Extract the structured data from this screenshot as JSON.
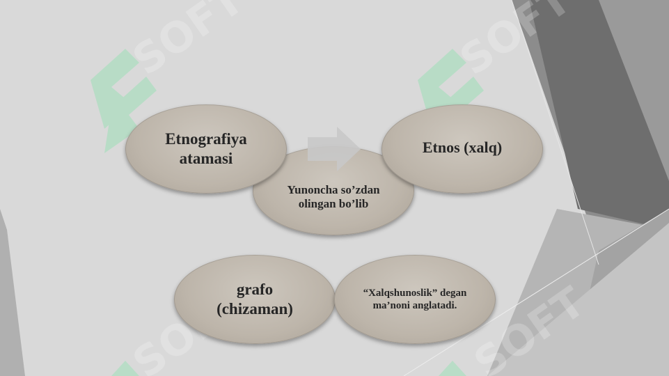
{
  "slide": {
    "nodes": {
      "etnografiya": "Etnografiya atamasi",
      "yunoncha": "Yunoncha so’zdan olingan bo’lib",
      "etnos": "Etnos (xalq)",
      "grafo": "grafo (chizaman)",
      "xalqshunoslik": "“Xalqshunoslik” degan ma’noni anglatadi."
    },
    "watermark_text": "SOFT",
    "colors": {
      "background": "#d9d9d9",
      "ellipse_fill": "#bdb5aa",
      "text": "#262626",
      "arrow": "#c8c8c8",
      "watermark_green": "#9ee0b8"
    }
  }
}
